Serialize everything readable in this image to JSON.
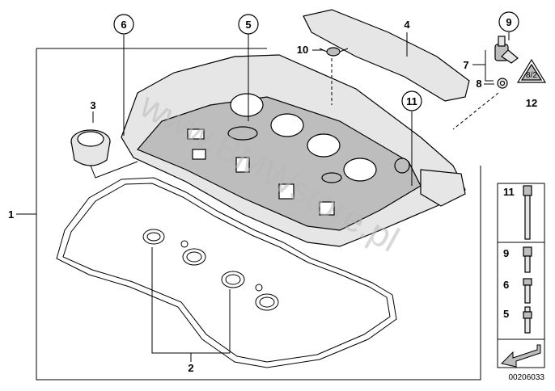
{
  "callouts": {
    "c1": "1",
    "c2": "2",
    "c3": "3",
    "c4": "4",
    "c5": "5",
    "c6": "6",
    "c7": "7",
    "c8": "8",
    "c9": "9",
    "c10": "10",
    "c11": "11",
    "c12": "12"
  },
  "legend": {
    "items": [
      {
        "label": "11"
      },
      {
        "label": "9"
      },
      {
        "label": "6"
      },
      {
        "label": "5"
      }
    ]
  },
  "warning_label": "8/2",
  "drawing_number": "00206033",
  "watermark": "www.BMWstore.pl"
}
